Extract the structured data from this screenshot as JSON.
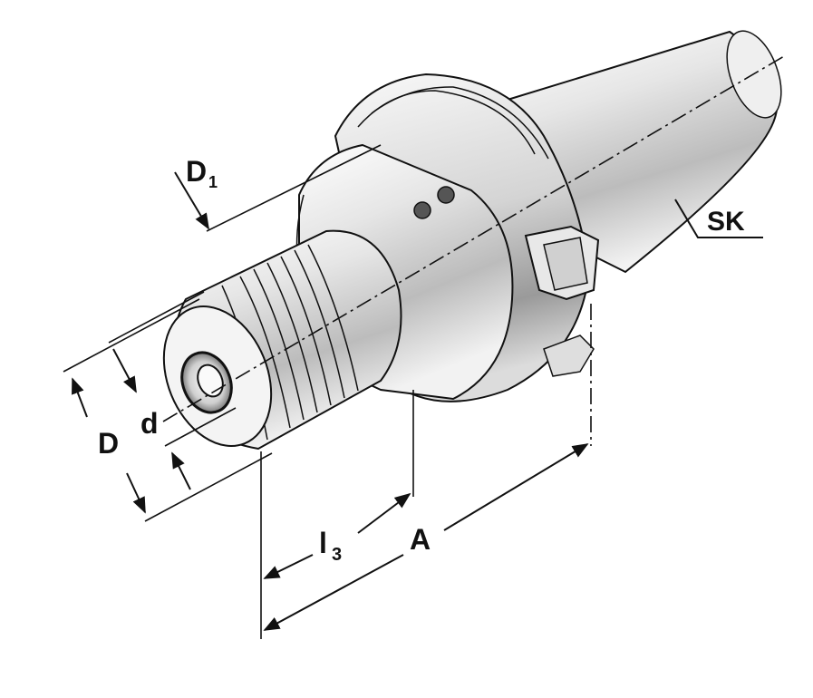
{
  "labels": {
    "d1_main": "D",
    "d1_sub": "1",
    "sk": "SK",
    "d_small": "d",
    "d_big": "D",
    "l3_main": "l",
    "l3_sub": "3",
    "a": "A"
  },
  "colors": {
    "line": "#111111",
    "metal_light": "#f7f7f7",
    "metal_mid": "#c9c9c9",
    "metal_dark": "#8c8c8c"
  }
}
